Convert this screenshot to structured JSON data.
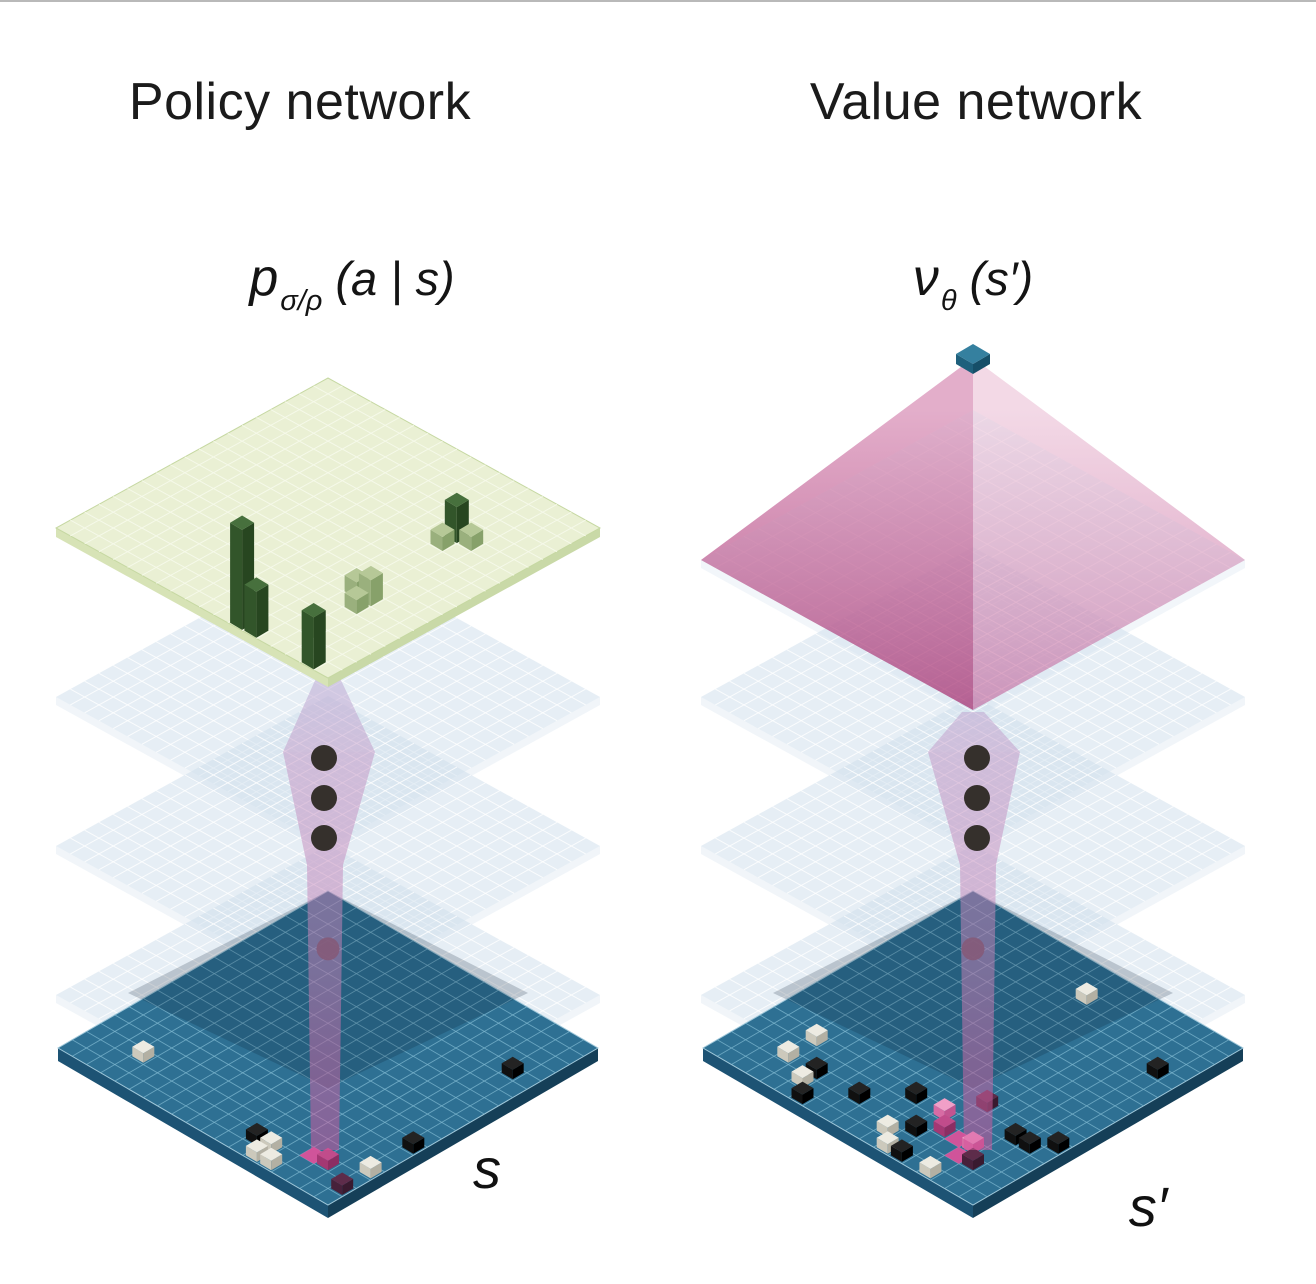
{
  "titles": {
    "policy": "Policy network",
    "value": "Value network"
  },
  "formulas": {
    "policy": {
      "main": "p",
      "sub": "σ/ρ",
      "args": "(a | s)"
    },
    "value": {
      "main": "ν",
      "sub": "θ",
      "args": "(s′)"
    }
  },
  "board_labels": {
    "policy": "s",
    "value": "s′"
  },
  "colors": {
    "background": "#ffffff",
    "text": "#1b1b1b",
    "green_plane": {
      "fill": "#e9efd3",
      "grid": "#f6f9ea",
      "side_left": "#d7e3b6",
      "side_right": "#c9d9a7",
      "rim": "#c6d8a2"
    },
    "blue_plane": {
      "fill": "#cfdfeb",
      "grid": "#ffffff",
      "side": "#e9f0f6"
    },
    "board": {
      "fill": "#2e7093",
      "grid": "#7fb8d0",
      "side_left": "#1d5374",
      "side_right": "#153f58",
      "rim": "#a0c8da",
      "shadow": "rgba(12,32,50,0.20)"
    },
    "dots": "#35302c",
    "dark_dot_stone": "#3c3037",
    "beam": {
      "top_start": "#b9a6d2",
      "top_end": "#c498c6",
      "mid": "#c77fb4",
      "bottom": "#d6539b"
    },
    "pyramid": {
      "back_left": "#f2d4e1",
      "back_right": "#f7e3ec",
      "front_left_start": "#dd9ec0",
      "front_left_end": "#aa3b78",
      "front_right_start": "#eecadd",
      "front_right_end": "#c2639a"
    },
    "apex_cube": {
      "t": "#35809f",
      "l": "#1e607c",
      "r": "#164f68"
    },
    "bar_dark": {
      "t": "#47703d",
      "l": "#32552a",
      "r": "#274620"
    },
    "bar_light": {
      "t": "#b6c897",
      "l": "#9ab07d",
      "r": "#87a16a"
    },
    "stone_white": {
      "t": "#edebe2",
      "l": "#ccc9bc",
      "r": "#b3b0a3"
    },
    "stone_black": {
      "t": "#232323",
      "l": "#101010",
      "r": "#000000"
    },
    "stone_maroon": {
      "t": "#5d2c4a",
      "l": "#47213b",
      "r": "#391a2f"
    },
    "cube_deep": {
      "t": "#c14c8b",
      "l": "#a33873",
      "r": "#8c2e63"
    },
    "cube_bright": {
      "t": "#f19fc7",
      "l": "#d76ba4",
      "r": "#c25490"
    },
    "pink_cell": "#d9529a"
  },
  "diagram": {
    "grid_divisions": 19,
    "hidden_layers_per_network": 3,
    "ellipsis_dot_count": 3,
    "panels": [
      {
        "id": "policy",
        "top_layer": "action-probability-grid",
        "bars": [
          {
            "i": 18,
            "j": 12,
            "h": 100,
            "shade": "dark"
          },
          {
            "i": 18,
            "j": 13,
            "h": 46,
            "shade": "dark"
          },
          {
            "i": 16,
            "j": 15,
            "h": 20,
            "shade": "light"
          },
          {
            "i": 18,
            "j": 17,
            "h": 52,
            "shade": "dark"
          },
          {
            "i": 12,
            "j": 14,
            "h": 16,
            "shade": "light"
          },
          {
            "i": 12,
            "j": 15,
            "h": 26,
            "shade": "light"
          },
          {
            "i": 13,
            "j": 15,
            "h": 14,
            "shade": "light"
          },
          {
            "i": 5,
            "j": 14,
            "h": 36,
            "shade": "dark"
          },
          {
            "i": 6,
            "j": 14,
            "h": 14,
            "shade": "light"
          },
          {
            "i": 5,
            "j": 15,
            "h": 14,
            "shade": "light"
          }
        ],
        "stones": [
          {
            "i": 3,
            "j": 3,
            "c": "dot"
          },
          {
            "i": 16,
            "j": 3,
            "c": "white"
          },
          {
            "i": 4,
            "j": 17,
            "c": "black"
          },
          {
            "i": 17,
            "j": 12,
            "c": "black"
          },
          {
            "i": 12,
            "j": 18,
            "c": "black"
          },
          {
            "i": 17,
            "j": 13,
            "c": "white"
          },
          {
            "i": 18,
            "j": 13,
            "c": "white"
          },
          {
            "i": 18,
            "j": 14,
            "c": "white"
          },
          {
            "i": 15,
            "j": 18,
            "c": "white"
          },
          {
            "i": 17,
            "j": 18,
            "c": "maroon"
          }
        ],
        "pink_cells": [
          {
            "i": 16,
            "j": 15
          }
        ],
        "pink_cubes": [
          {
            "i": 16,
            "j": 16,
            "c": "deep"
          }
        ]
      },
      {
        "id": "value",
        "top_layer": "value-pyramid",
        "bars": [],
        "stones": [
          {
            "i": 3,
            "j": 3,
            "c": "dot"
          },
          {
            "i": 14,
            "j": 3,
            "c": "white"
          },
          {
            "i": 16,
            "j": 3,
            "c": "white"
          },
          {
            "i": 17,
            "j": 5,
            "c": "white"
          },
          {
            "i": 16,
            "j": 5,
            "c": "black"
          },
          {
            "i": 18,
            "j": 6,
            "c": "black"
          },
          {
            "i": 16,
            "j": 8,
            "c": "black"
          },
          {
            "i": 2,
            "j": 10,
            "c": "white"
          },
          {
            "i": 4,
            "j": 17,
            "c": "black"
          },
          {
            "i": 12,
            "j": 18,
            "c": "black"
          },
          {
            "i": 14,
            "j": 10,
            "c": "black"
          },
          {
            "i": 17,
            "j": 11,
            "c": "white"
          },
          {
            "i": 16,
            "j": 12,
            "c": "black"
          },
          {
            "i": 18,
            "j": 12,
            "c": "white"
          },
          {
            "i": 18,
            "j": 13,
            "c": "black"
          },
          {
            "i": 18,
            "j": 15,
            "c": "white"
          },
          {
            "i": 13,
            "j": 16,
            "c": "black"
          },
          {
            "i": 13,
            "j": 17,
            "c": "black"
          }
        ],
        "pink_cells": [
          {
            "i": 15,
            "j": 14
          },
          {
            "i": 16,
            "j": 15
          }
        ],
        "pink_cubes": [
          {
            "i": 14,
            "j": 12,
            "c": "bright"
          },
          {
            "i": 12,
            "j": 13,
            "c": "maroon"
          },
          {
            "i": 15,
            "j": 13,
            "c": "deep"
          },
          {
            "i": 15,
            "j": 15,
            "c": "bright"
          },
          {
            "i": 16,
            "j": 16,
            "c": "maroon"
          }
        ]
      }
    ]
  }
}
